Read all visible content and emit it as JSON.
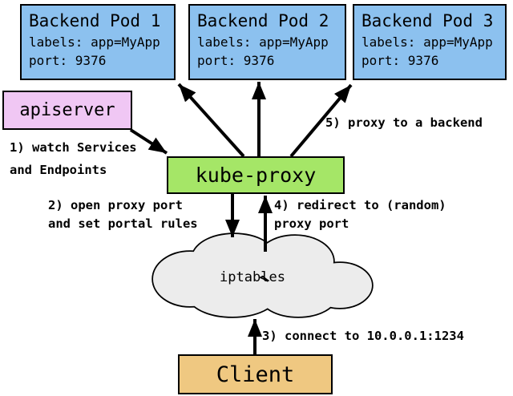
{
  "pods": [
    {
      "title": "Backend Pod 1",
      "labels_line": "labels: app=MyApp",
      "port_line": "port: 9376"
    },
    {
      "title": "Backend Pod 2",
      "labels_line": "labels: app=MyApp",
      "port_line": "port: 9376"
    },
    {
      "title": "Backend Pod 3",
      "labels_line": "labels: app=MyApp",
      "port_line": "port: 9376"
    }
  ],
  "nodes": {
    "apiserver": "apiserver",
    "kube_proxy": "kube-proxy",
    "iptables": "iptables",
    "client": "Client"
  },
  "annotations": {
    "step1_line1": "1) watch Services",
    "step1_line2": "and Endpoints",
    "step2_line1": "2) open proxy port",
    "step2_line2": "and set portal rules",
    "step3": "3) connect to 10.0.0.1:1234",
    "step4_line1": "4) redirect to (random)",
    "step4_line2": "proxy port",
    "step5": "5) proxy to a backend"
  },
  "colors": {
    "pod-blue": "#8CC1EF",
    "apiserver-pink": "#F0C7F4",
    "kube-proxy-green": "#A5E667",
    "client-tan": "#EFC881",
    "cloud-gray": "#ECECEC",
    "ink": "#000000"
  }
}
